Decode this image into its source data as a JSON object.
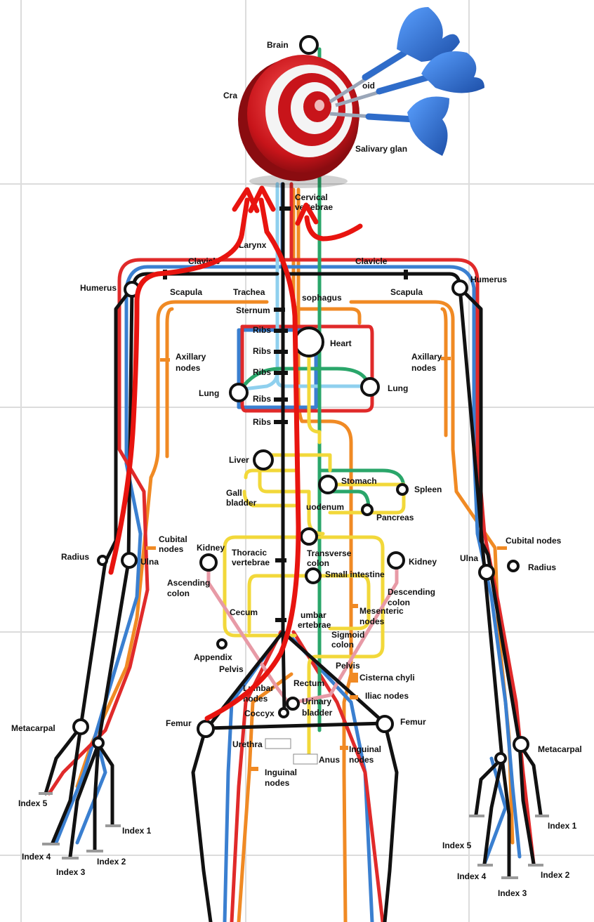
{
  "labels": {
    "brain": "Brain",
    "cra": "Cra",
    "oid": "oid",
    "salivary": "Salivary glan",
    "cervical1": "Cervical",
    "cervical2": "vertebrae",
    "larynx": "Larynx",
    "clavicle_l": "Clavicle",
    "clavicle_r": "Clavicle",
    "humerus_l": "Humerus",
    "humerus_r": "Humerus",
    "scapula_l": "Scapula",
    "scapula_r": "Scapula",
    "trachea": "Trachea",
    "esophagus": "sophagus",
    "sternum": "Sternum",
    "ribs1": "Ribs",
    "ribs2": "Ribs",
    "ribs3": "Ribs",
    "ribs4": "Ribs",
    "ribs5": "Ribs",
    "heart": "Heart",
    "axillary_l1": "Axillary",
    "axillary_l2": "nodes",
    "axillary_r1": "Axillary",
    "axillary_r2": "nodes",
    "lung_l": "Lung",
    "lung_r": "Lung",
    "liver": "Liver",
    "stomach": "Stomach",
    "spleen": "Spleen",
    "gall1": "Gall",
    "gall2": "bladder",
    "duodenum": "uodenum",
    "pancreas": "Pancreas",
    "cubital_l1": "Cubital",
    "cubital_l2": "nodes",
    "cubital_r": "Cubital nodes",
    "radius_l": "Radius",
    "radius_r": "Radius",
    "ulna_l": "Ulna",
    "ulna_r": "Ulna",
    "kidney_l": "Kidney",
    "kidney_r": "Kidney",
    "thoracic1": "Thoracic",
    "thoracic2": "vertebrae",
    "transverse1": "Transverse",
    "transverse2": "colon",
    "small_intestine": "Small intestine",
    "ascending1": "Ascending",
    "ascending2": "colon",
    "descending1": "Descending",
    "descending2": "colon",
    "cecum": "Cecum",
    "lumbar1": "umbar",
    "lumbar2": "ertebrae",
    "mesenteric1": "Mesenteric",
    "mesenteric2": "nodes",
    "sigmoid1": "Sigmoid",
    "sigmoid2": "colon",
    "appendix": "Appendix",
    "pelvis_l": "Pelvis",
    "pelvis_r": "Pelvis",
    "cisterna": "Cisterna chyli",
    "rectum": "Rectum",
    "lumbar_nodes1": "Lumbar",
    "lumbar_nodes2": "nodes",
    "iliac": "Iliac nodes",
    "coccyx": "Coccyx",
    "urinary1": "Urinary",
    "urinary2": "bladder",
    "femur_l": "Femur",
    "femur_r": "Femur",
    "metacarpal_l": "Metacarpal",
    "metacarpal_r": "Metacarpal",
    "urethra": "Urethra",
    "anus": "Anus",
    "inguinal_l1": "Inguinal",
    "inguinal_l2": "nodes",
    "inguinal_r1": "Inguinal",
    "inguinal_r2": "nodes",
    "index5_l": "Index 5",
    "index4_l": "Index 4",
    "index3_l": "Index 3",
    "index2_l": "Index 2",
    "index1_l": "Index 1",
    "index5_r": "Index 5",
    "index4_r": "Index 4",
    "index3_r": "Index 3",
    "index2_r": "Index 2",
    "index1_r": "Index 1"
  },
  "colors": {
    "skeletal": "#111111",
    "nervous": "#3a7fd0",
    "circulatory": "#e02a2a",
    "lymphatic": "#f08a24",
    "digestive": "#f2d83a",
    "respiratory": "#8fd0ee",
    "urinary": "#e79aa6",
    "endocrine": "#2aa66a",
    "arrow": "#e8140f",
    "target_red": "#c8141a",
    "dart_blue": "#2f6cc9"
  },
  "icons": {
    "target": "dartboard-target-icon",
    "darts": "dart-icon"
  }
}
